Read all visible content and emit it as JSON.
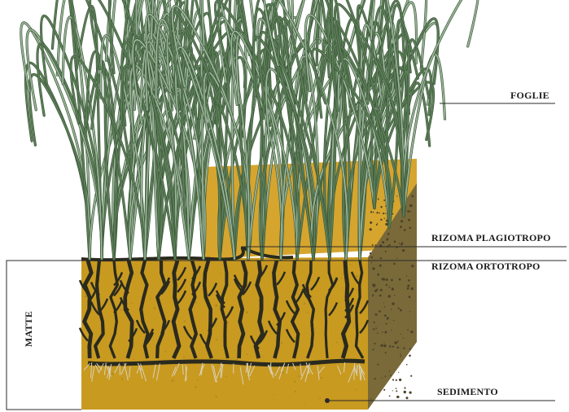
{
  "labels": {
    "foglie": "FOGLIE",
    "rizoma_plagiotropo": "RIZOMA PLAGIOTROPO",
    "rizoma_ortotropo": "RIZOMA ORTOTROPO",
    "matte": "MATTE",
    "sedimento": "SEDIMENTO"
  },
  "colors": {
    "sediment_top": "#d6a52e",
    "sediment_front": "#c89a20",
    "sediment_side": "#7a6a3a",
    "rhizome": "#2a2a1e",
    "leaf": "#5f7f5a",
    "leaf_light": "#9cb59a",
    "root": "#d8d0b8",
    "leader_line": "#2a2a2a"
  }
}
